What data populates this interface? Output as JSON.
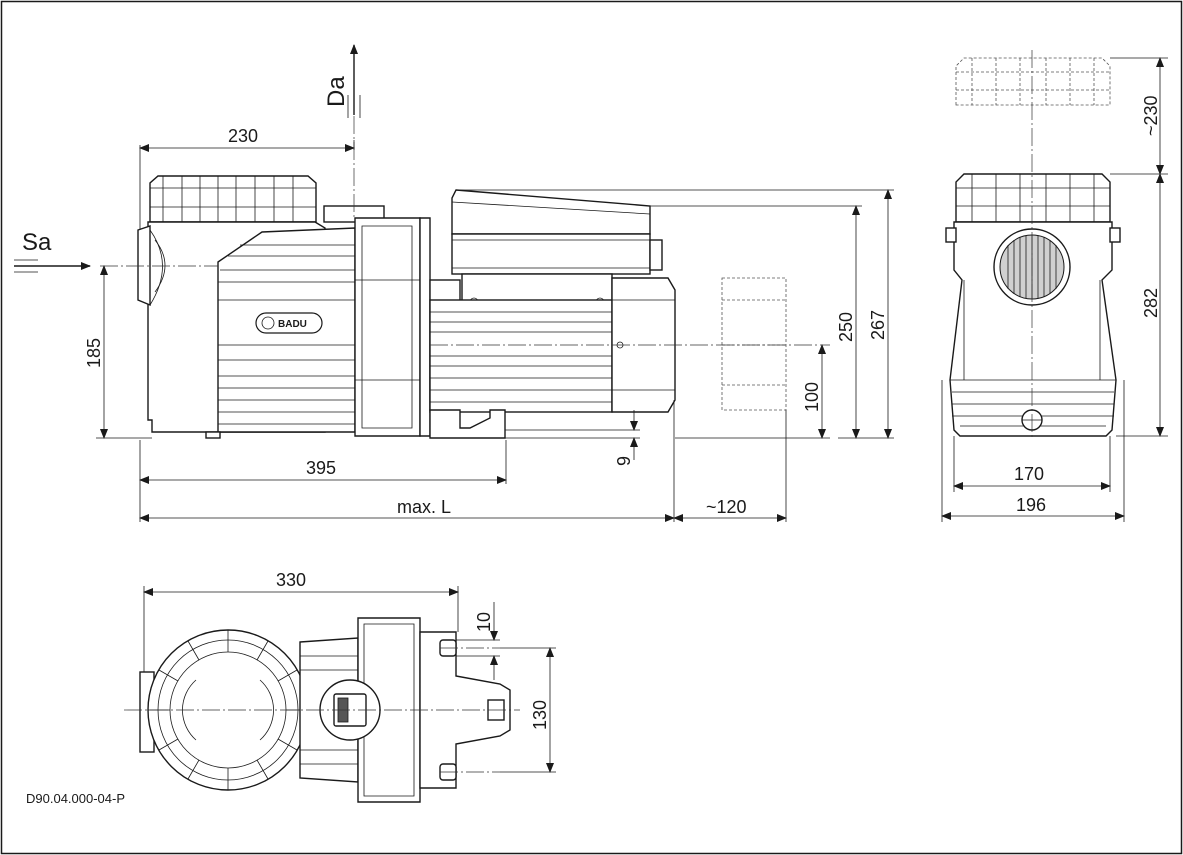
{
  "drawing_number": "D90.04.000-04-P",
  "logo_text": "BADU",
  "flow": {
    "suction": "Sa",
    "discharge": "Da"
  },
  "dimensions": {
    "top_width": "230",
    "suction_height": "185",
    "length_395": "395",
    "max_length": "max. L",
    "motor_clearance": "~120",
    "foot_offset": "9",
    "shaft_height": "100",
    "motor_height": "250",
    "overall_height": "267",
    "side_lid_clearance": "~230",
    "side_height": "282",
    "foot_width": "170",
    "overall_width": "196",
    "plan_length": "330",
    "hole_dia": "10",
    "foot_spacing": "130"
  },
  "colors": {
    "line": "#1a1a1a",
    "background": "#ffffff"
  }
}
